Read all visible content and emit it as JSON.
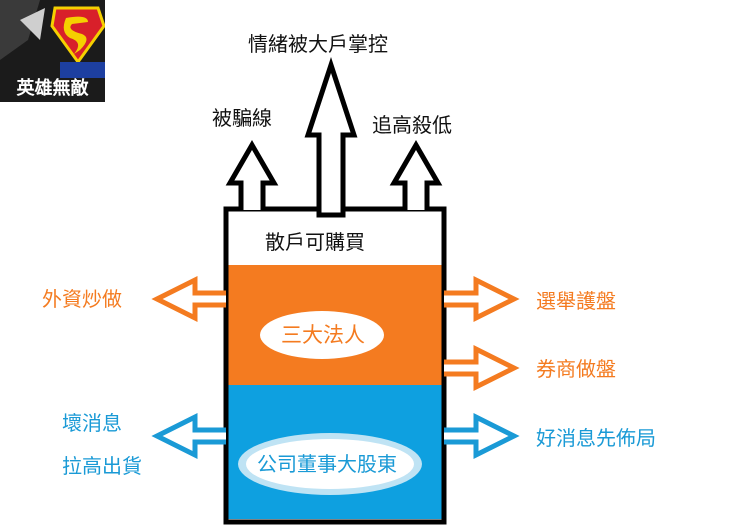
{
  "logo": {
    "text": "英雄無敵"
  },
  "top": {
    "center": "情緒被大戶掌控",
    "left": "被騙線",
    "right": "追高殺低"
  },
  "container": {
    "top_label": "散戶可購買",
    "middle_label": "三大法人",
    "bottom_label": "公司董事大股東"
  },
  "left_side": {
    "orange": "外資炒做",
    "blue_1": "壞消息",
    "blue_2": "拉高出貨"
  },
  "right_side": {
    "orange_1": "選舉護盤",
    "orange_2": "券商做盤",
    "blue": "好消息先佈局"
  },
  "colors": {
    "orange": "#f47b20",
    "blue": "#1a9ad6",
    "black": "#111111"
  }
}
